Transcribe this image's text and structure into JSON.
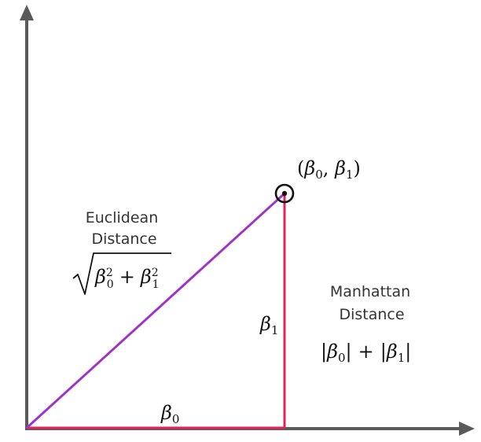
{
  "point": {
    "label_parts": [
      "(",
      "β",
      "0",
      ", ",
      "β",
      "1",
      ")"
    ]
  },
  "euclidean": {
    "title_line1": "Euclidean",
    "title_line2": "Distance",
    "formula": {
      "base": "β",
      "sub0": "0",
      "sup0": "2",
      "plus": "+",
      "sub1": "1",
      "sup1": "2"
    }
  },
  "manhattan": {
    "title_line1": "Manhattan",
    "title_line2": "Distance",
    "formula": {
      "bar": "|",
      "base": "β",
      "sub0": "0",
      "plus": "+",
      "sub1": "1"
    }
  },
  "legs": {
    "horizontal": {
      "base": "β",
      "sub": "0"
    },
    "vertical": {
      "base": "β",
      "sub": "1"
    }
  },
  "colors": {
    "axis": "#5a5a5a",
    "euclidean_line": "#a033c7",
    "manhattan_line": "#e1235a",
    "point": "#111111"
  }
}
